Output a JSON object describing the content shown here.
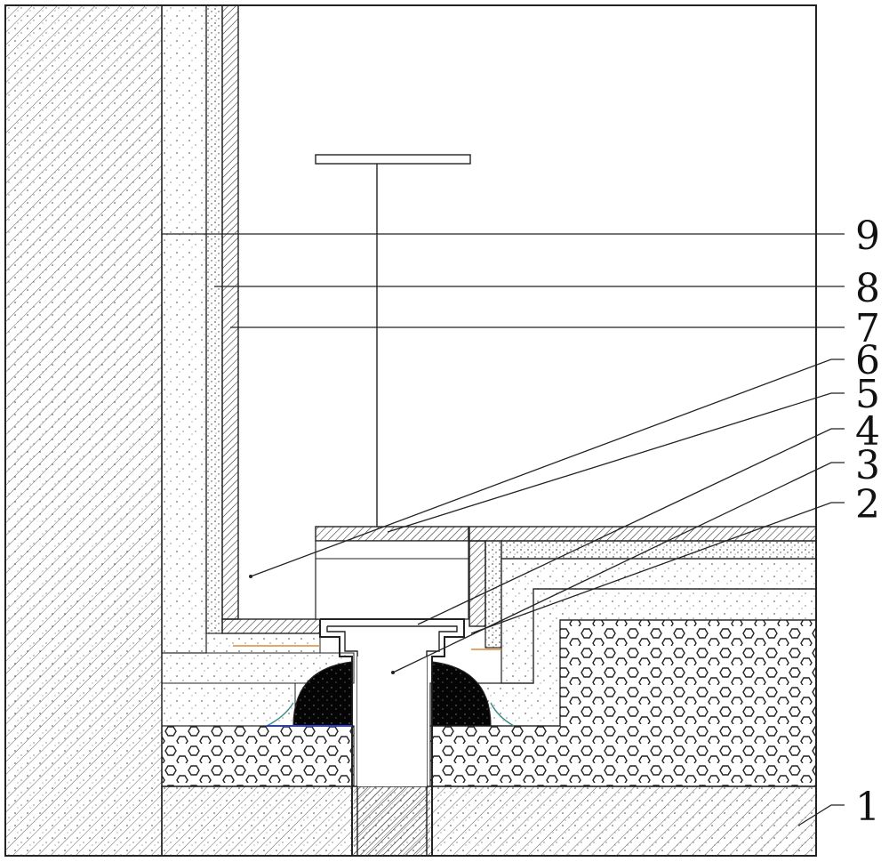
{
  "labels": [
    {
      "id": "1",
      "text": "1"
    },
    {
      "id": "2",
      "text": "2"
    },
    {
      "id": "3",
      "text": "3"
    },
    {
      "id": "4",
      "text": "4"
    },
    {
      "id": "5",
      "text": "5"
    },
    {
      "id": "6",
      "text": "6"
    },
    {
      "id": "7",
      "text": "7"
    },
    {
      "id": "8",
      "text": "8"
    },
    {
      "id": "9",
      "text": "9"
    }
  ],
  "colors": {
    "line": "#222222",
    "hatch": "#555555",
    "fill_black": "#050505",
    "accent_orange": "#d98a3a",
    "accent_blue": "#2a3ec8",
    "accent_teal": "#3a8a8a"
  }
}
